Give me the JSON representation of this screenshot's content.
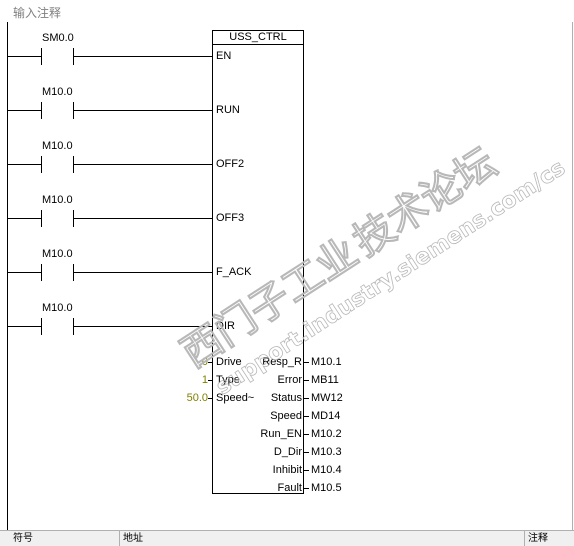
{
  "network": {
    "comment_placeholder": "输入注释"
  },
  "rungs": [
    {
      "contact": "SM0.0",
      "pin": "EN"
    },
    {
      "contact": "M10.0",
      "pin": "RUN"
    },
    {
      "contact": "M10.0",
      "pin": "OFF2"
    },
    {
      "contact": "M10.0",
      "pin": "OFF3"
    },
    {
      "contact": "M10.0",
      "pin": "F_ACK"
    },
    {
      "contact": "M10.0",
      "pin": "DIR"
    }
  ],
  "block": {
    "title": "USS_CTRL",
    "inputs": [
      {
        "value": "0",
        "pin": "Drive"
      },
      {
        "value": "1",
        "pin": "Type"
      },
      {
        "value": "50.0",
        "pin": "Speed~"
      }
    ],
    "outputs": [
      {
        "pin": "Resp_R",
        "value": "M10.1"
      },
      {
        "pin": "Error",
        "value": "MB11"
      },
      {
        "pin": "Status",
        "value": "MW12"
      },
      {
        "pin": "Speed",
        "value": "MD14"
      },
      {
        "pin": "Run_EN",
        "value": "M10.2"
      },
      {
        "pin": "D_Dir",
        "value": "M10.3"
      },
      {
        "pin": "Inhibit",
        "value": "M10.4"
      },
      {
        "pin": "Fault",
        "value": "M10.5"
      }
    ]
  },
  "watermark": {
    "line1": "西门子工业",
    "line2": "技术论坛",
    "line3": "support.industry.siemens.com/cs"
  },
  "bottom_table": {
    "headers": [
      "符号",
      "地址",
      "注释"
    ]
  }
}
